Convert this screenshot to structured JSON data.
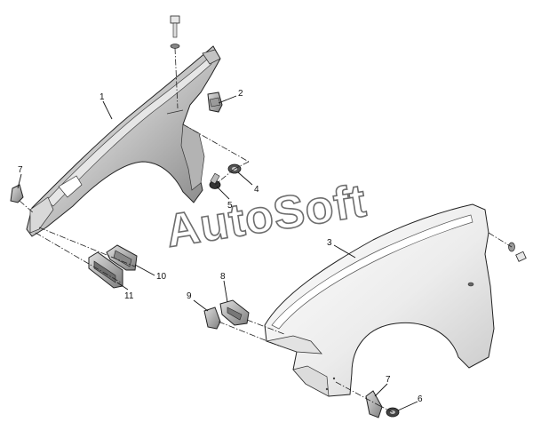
{
  "watermark": "AutoSoft",
  "callouts": [
    "1",
    "2",
    "3",
    "4",
    "5",
    "6",
    "7",
    "7",
    "8",
    "9",
    "10",
    "11"
  ],
  "colors": {
    "panel_light": "#f2f2f2",
    "panel_mid": "#d4d4d4",
    "panel_dark": "#9a9a9a",
    "line": "#222222"
  }
}
